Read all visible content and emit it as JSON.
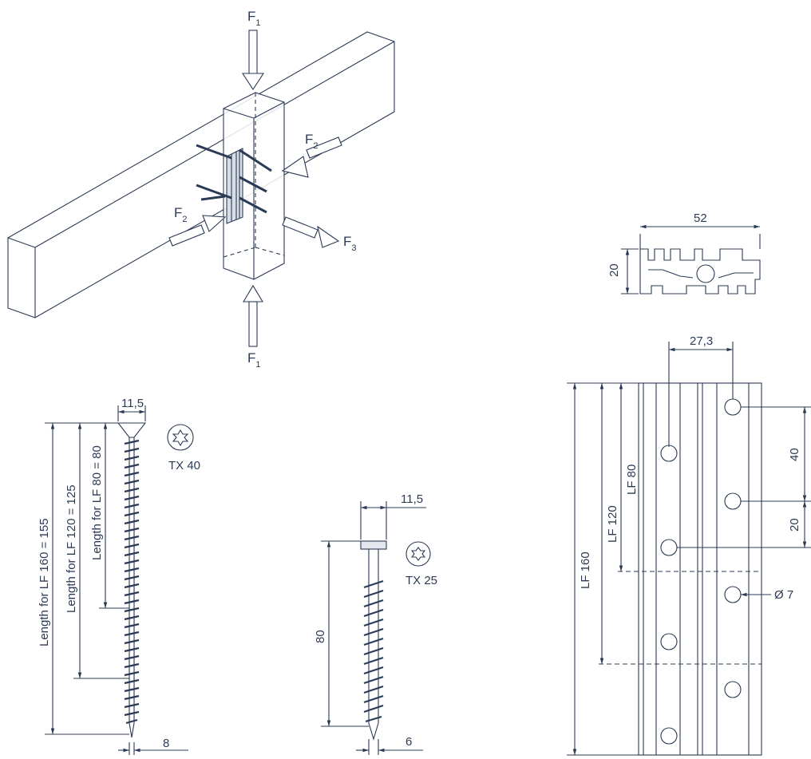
{
  "forces": {
    "f1_top": "F",
    "f1_top_sub": "1",
    "f1_bottom": "F",
    "f1_bottom_sub": "1",
    "f2_right": "F",
    "f2_right_sub": "2",
    "f2_left": "F",
    "f2_left_sub": "2",
    "f3": "F",
    "f3_sub": "3"
  },
  "profile": {
    "width": "52",
    "height": "20"
  },
  "plate": {
    "spacing": "27,3",
    "lf160": "LF 160",
    "lf120": "LF 120",
    "lf80": "LF 80",
    "pitch": "40",
    "edge": "20",
    "hole": "Ø 7"
  },
  "screw_long": {
    "head": "11,5",
    "drive": "TX 40",
    "len160": "Length for LF 160 = 155",
    "len120": "Length for LF 120 = 125",
    "len80": "Length for LF 80 = 80",
    "shank": "8"
  },
  "screw_short": {
    "head": "11,5",
    "drive": "TX 25",
    "length": "80",
    "shank": "6"
  },
  "colors": {
    "line": "#2b3a55",
    "metal": "#3a4a66"
  }
}
